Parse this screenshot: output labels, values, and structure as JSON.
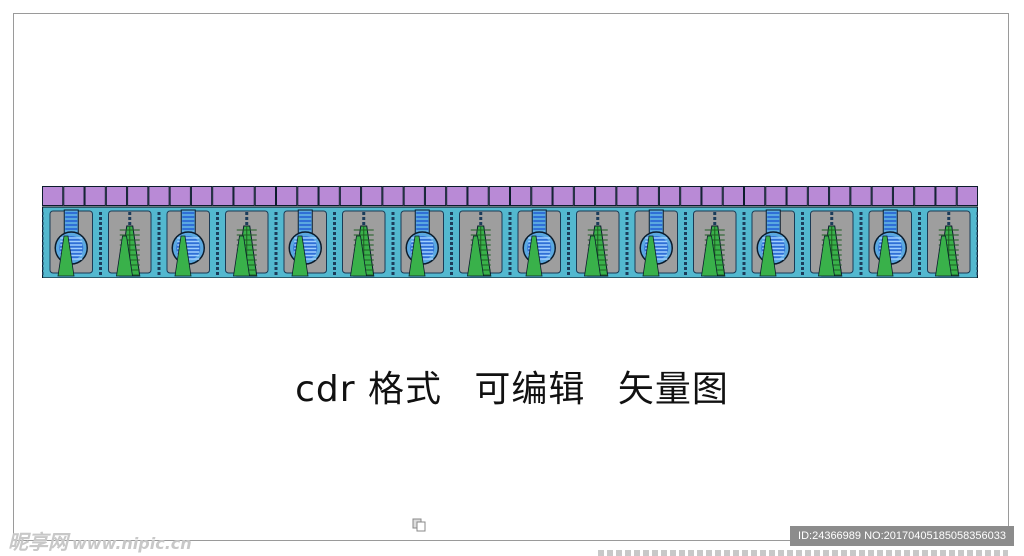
{
  "caption": {
    "part1": "cdr 格式",
    "part2": "可编辑",
    "part3": "矢量图"
  },
  "watermark": {
    "logo": "昵享网",
    "url": "www.nipic.cn"
  },
  "id_line": "ID:24366989 NO:20170405185058356033",
  "colors": {
    "top_squares": "#b98ad6",
    "band_fill": "#53b8cf",
    "panel_fill": "#9e9e9e",
    "green_cone": "#39b14a",
    "keyhole_blue": "#2f6fd6",
    "outline": "#0b1c2c"
  }
}
